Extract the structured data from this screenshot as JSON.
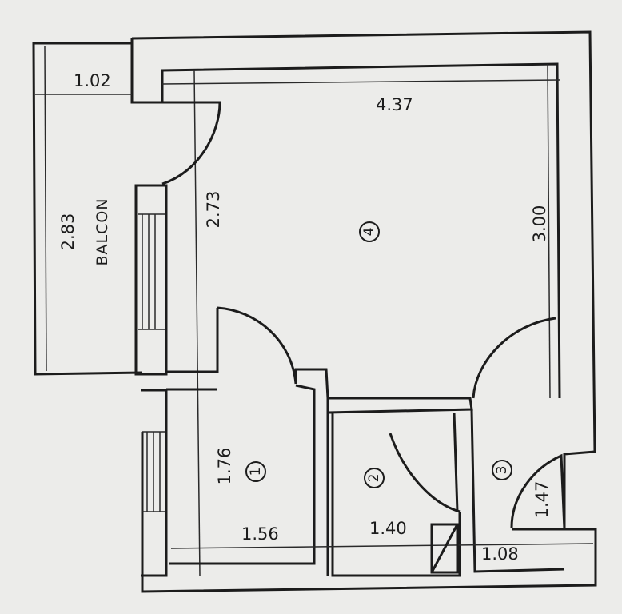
{
  "plan": {
    "balcony_label": "BALCON",
    "rooms": [
      {
        "number": "1",
        "width": "1.56",
        "height": "1.76"
      },
      {
        "number": "2",
        "width": "1.40"
      },
      {
        "number": "3",
        "width": "1.08",
        "height": "1.47"
      },
      {
        "number": "4",
        "width": "4.37",
        "height": "3.00"
      }
    ],
    "balcony_dims": {
      "width": "1.02",
      "height": "2.83"
    },
    "other_dims": {
      "room4_left_height": "2.73"
    }
  }
}
